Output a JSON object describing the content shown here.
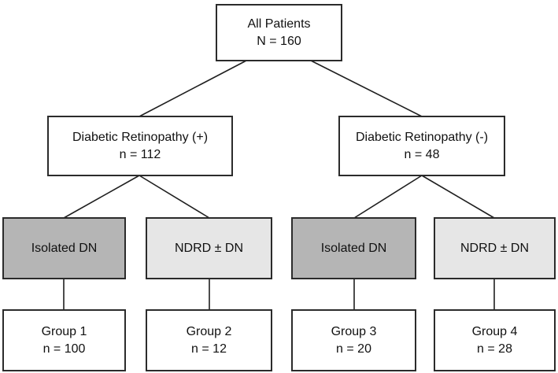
{
  "diagram": {
    "type": "flowchart",
    "nodes": {
      "all_patients": {
        "lines": [
          "All Patients",
          "N = 160"
        ]
      },
      "dr_positive": {
        "lines": [
          "Diabetic Retinopathy (+)",
          "n = 112"
        ]
      },
      "dr_negative": {
        "lines": [
          "Diabetic Retinopathy (-)",
          "n = 48"
        ]
      },
      "isolated_dn_left": {
        "lines": [
          "Isolated DN"
        ]
      },
      "ndrd_left": {
        "lines": [
          "NDRD ± DN"
        ]
      },
      "isolated_dn_right": {
        "lines": [
          "Isolated DN"
        ]
      },
      "ndrd_right": {
        "lines": [
          "NDRD ± DN"
        ]
      },
      "group_1": {
        "lines": [
          "Group 1",
          "n = 100"
        ]
      },
      "group_2": {
        "lines": [
          "Group 2",
          "n = 12"
        ]
      },
      "group_3": {
        "lines": [
          "Group 3",
          "n = 20"
        ]
      },
      "group_4": {
        "lines": [
          "Group 4",
          "n = 28"
        ]
      }
    },
    "edges": [
      [
        "all_patients",
        "dr_positive"
      ],
      [
        "all_patients",
        "dr_negative"
      ],
      [
        "dr_positive",
        "isolated_dn_left"
      ],
      [
        "dr_positive",
        "ndrd_left"
      ],
      [
        "dr_negative",
        "isolated_dn_right"
      ],
      [
        "dr_negative",
        "ndrd_right"
      ],
      [
        "isolated_dn_left",
        "group_1"
      ],
      [
        "ndrd_left",
        "group_2"
      ],
      [
        "isolated_dn_right",
        "group_3"
      ],
      [
        "ndrd_right",
        "group_4"
      ]
    ],
    "colors": {
      "isolated_dn_fill": "#b5b5b5",
      "ndrd_fill": "#e6e6e6",
      "white_fill": "#ffffff",
      "border": "#2b2b2b",
      "connector": "#1f1f1f",
      "text": "#111111"
    }
  }
}
